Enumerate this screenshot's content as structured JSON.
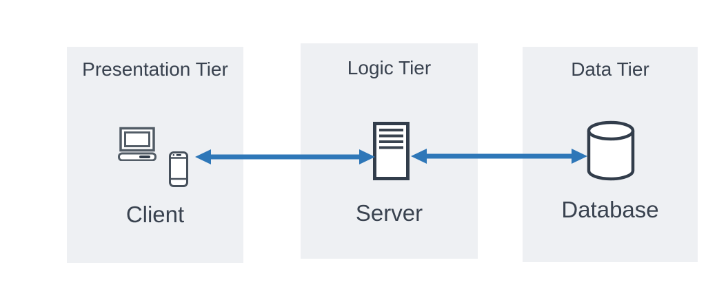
{
  "diagram": {
    "tiers": [
      {
        "title": "Presentation Tier",
        "node_label": "Client",
        "icons": [
          "laptop-icon",
          "smartphone-icon"
        ]
      },
      {
        "title": "Logic Tier",
        "node_label": "Server",
        "icons": [
          "server-icon"
        ]
      },
      {
        "title": "Data Tier",
        "node_label": "Database",
        "icons": [
          "database-icon"
        ]
      }
    ],
    "connectors": [
      {
        "from": "Client",
        "to": "Server",
        "style": "double-headed-arrow"
      },
      {
        "from": "Server",
        "to": "Database",
        "style": "double-headed-arrow"
      }
    ],
    "colors": {
      "canvas_background": "#ffffff",
      "panel_background": "#eef0f3",
      "arrow": "#2e77b8",
      "icon_stroke_dark": "#323d4b",
      "icon_stroke_medium": "#525c66",
      "text": "#39424f"
    }
  }
}
